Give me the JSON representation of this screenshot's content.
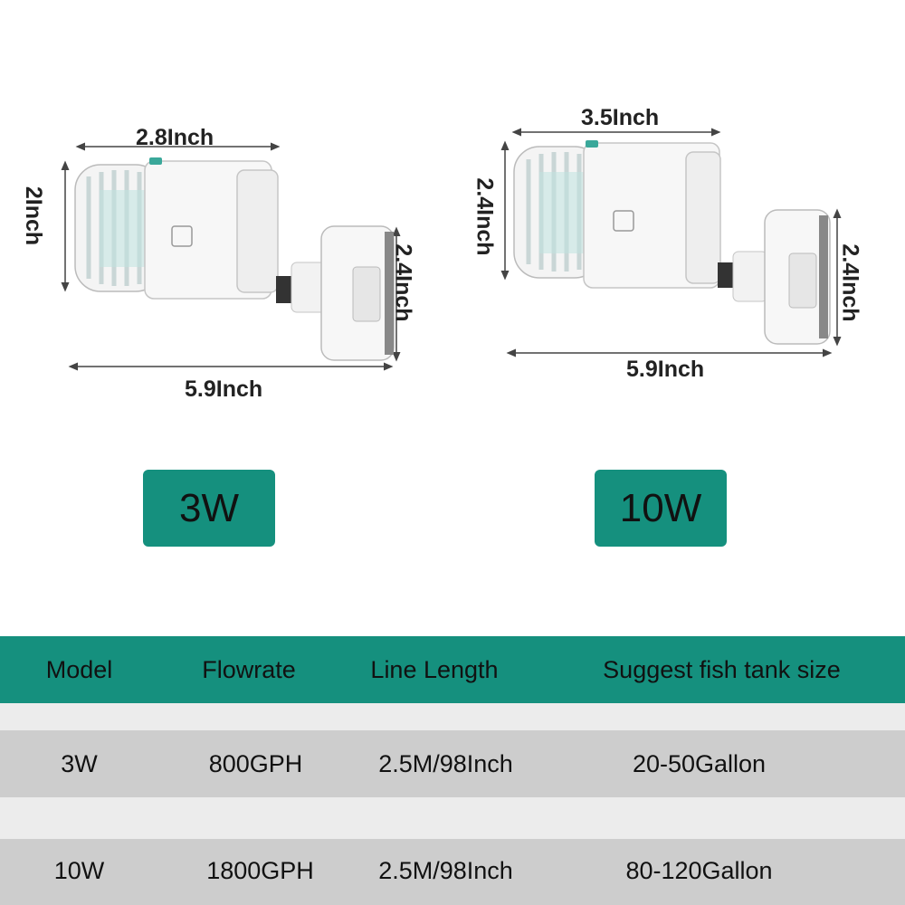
{
  "products": [
    {
      "badge": "3W",
      "dims": {
        "top_width": "2.8Inch",
        "left_height": "2Inch",
        "right_height": "2.4Inch",
        "total_length": "5.9Inch"
      }
    },
    {
      "badge": "10W",
      "dims": {
        "top_width": "3.5Inch",
        "left_height": "2.4Inch",
        "right_height": "2.4Inch",
        "total_length": "5.9Inch"
      }
    }
  ],
  "table": {
    "headers": [
      "Model",
      "Flowrate",
      "Line Length",
      "Suggest fish tank size"
    ],
    "rows": [
      [
        "3W",
        "800GPH",
        "2.5M/98Inch",
        "20-50Gallon"
      ],
      [
        "10W",
        "1800GPH",
        "2.5M/98Inch",
        "80-120Gallon"
      ]
    ]
  },
  "colors": {
    "accent": "#15907e",
    "row_band": "#cdcdcd",
    "light_band": "#ececec"
  }
}
